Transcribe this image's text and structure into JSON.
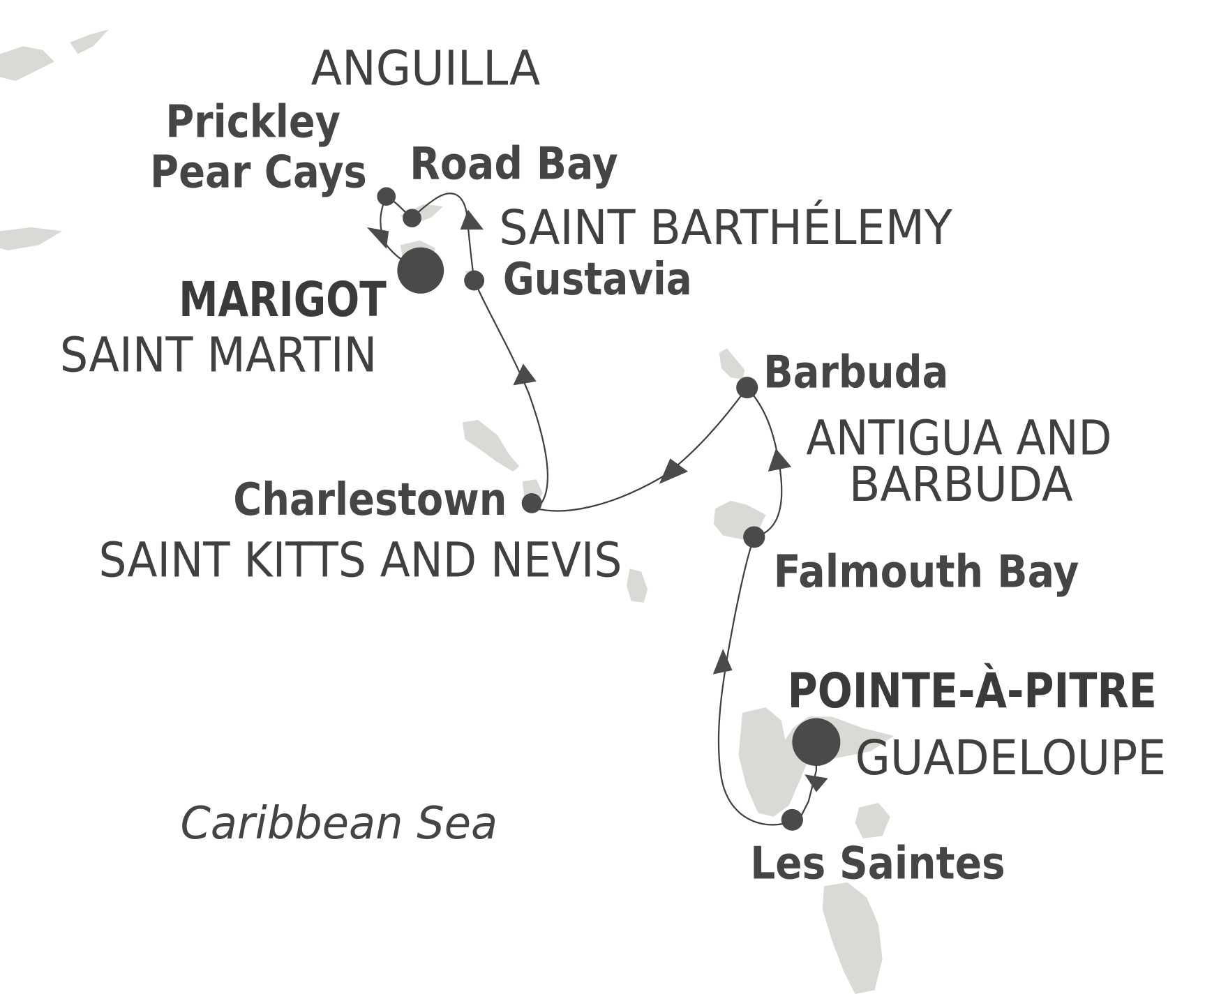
{
  "map": {
    "countries": {
      "anguilla": "ANGUILLA",
      "saint_barthelemy": "SAINT BARTHÉLEMY",
      "saint_martin": "SAINT MARTIN",
      "antigua_line1": "ANTIGUA AND",
      "antigua_line2": "BARBUDA",
      "saint_kitts": "SAINT KITTS AND NEVIS",
      "guadeloupe": "GUADELOUPE"
    },
    "ports": {
      "marigot": "MARIGOT",
      "pointe_a_pitre": "POINTE-À-PITRE"
    },
    "stops": {
      "prickley_line1": "Prickley",
      "prickley_line2": "Pear Cays",
      "road_bay": "Road Bay",
      "gustavia": "Gustavia",
      "barbuda": "Barbuda",
      "charlestown": "Charlestown",
      "falmouth_bay": "Falmouth Bay",
      "les_saintes": "Les Saintes"
    },
    "sea": "Caribbean Sea",
    "route_order": [
      "POINTE-À-PITRE",
      "Les Saintes",
      "Falmouth Bay",
      "Barbuda",
      "Charlestown",
      "Gustavia",
      "Road Bay",
      "Prickley Pear Cays",
      "MARIGOT"
    ],
    "colors": {
      "land": "#d9d9d6",
      "route": "#3f3f3f",
      "text": "#3d3d3d",
      "background": "#ffffff"
    }
  }
}
